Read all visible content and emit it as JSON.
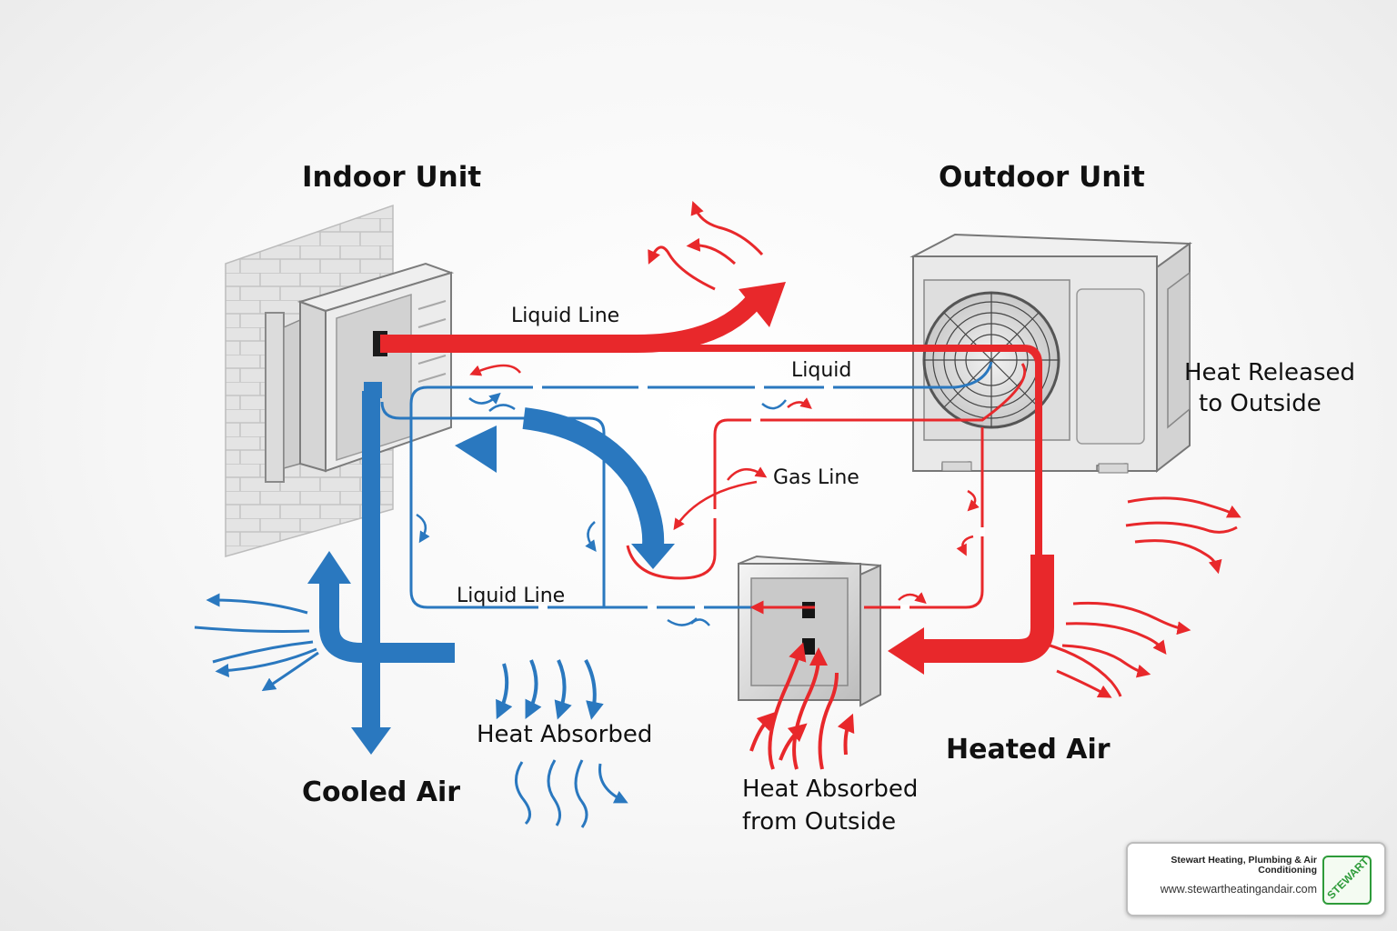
{
  "labels": {
    "indoor_unit": "Indoor Unit",
    "outdoor_unit": "Outdoor Unit",
    "liquid_line_top": "Liquid Line",
    "liquid": "Liquid",
    "heat_released_1": "Heat Released",
    "heat_released_2": "to Outside",
    "gas_line": "Gas Line",
    "liquid_line_bottom": "Liquid Line",
    "heat_absorbed": "Heat Absorbed",
    "heated_air": "Heated Air",
    "cooled_air": "Cooled Air",
    "heat_absorbed_outside_1": "Heat Absorbed",
    "heat_absorbed_outside_2": "from Outside"
  },
  "badge": {
    "company": "Stewart Heating, Plumbing & Air Conditioning",
    "url": "www.stewartheatingandair.com",
    "logo_text": "STEWART"
  },
  "colors": {
    "hot": "#e8282b",
    "cold": "#2a78bf",
    "logo_green": "#2e9b3a"
  }
}
